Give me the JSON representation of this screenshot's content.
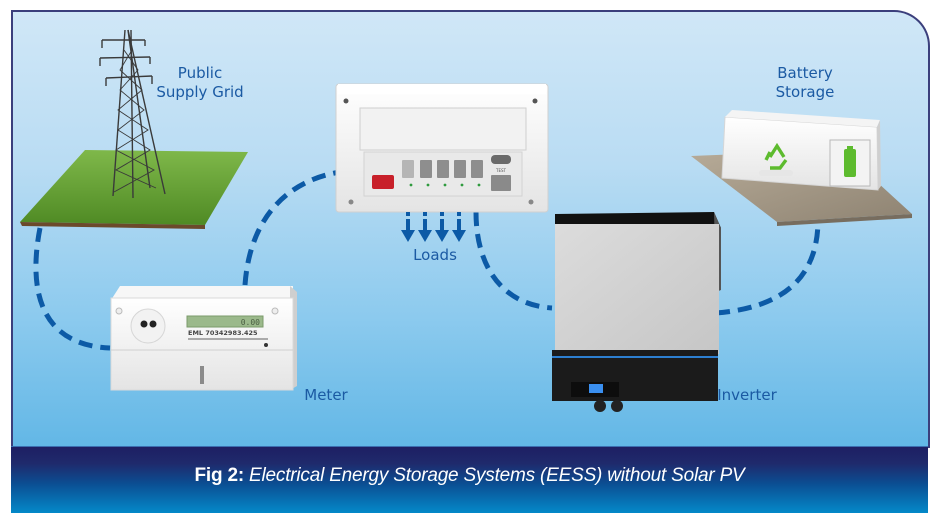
{
  "labels": {
    "grid": [
      "Public",
      "Supply Grid"
    ],
    "battery": [
      "Battery",
      "Storage"
    ],
    "loads": "Loads",
    "meter": "Meter",
    "inverter": "Inverter"
  },
  "meter_device": {
    "display_reading": "0.00",
    "serial": "EML 70342983.425"
  },
  "consumer_unit": {
    "test_label": "TEST"
  },
  "caption": {
    "fig": "Fig 2:",
    "title": "Electrical Energy Storage Systems (EESS) without Solar PV"
  },
  "colors": {
    "label_text": "#1b5aa3",
    "dashed_cable": "#0c5aa6",
    "frame_border": "#3b3f7c",
    "caption_bar_top": "#1e1f63",
    "caption_bar_bottom": "#0489c9",
    "grass": "#5c9a2c",
    "recycle_green": "#5dbb2e"
  },
  "icons": {
    "recycle": "recycle-icon",
    "battery": "battery-icon",
    "arrow": "arrow-down-icon"
  }
}
